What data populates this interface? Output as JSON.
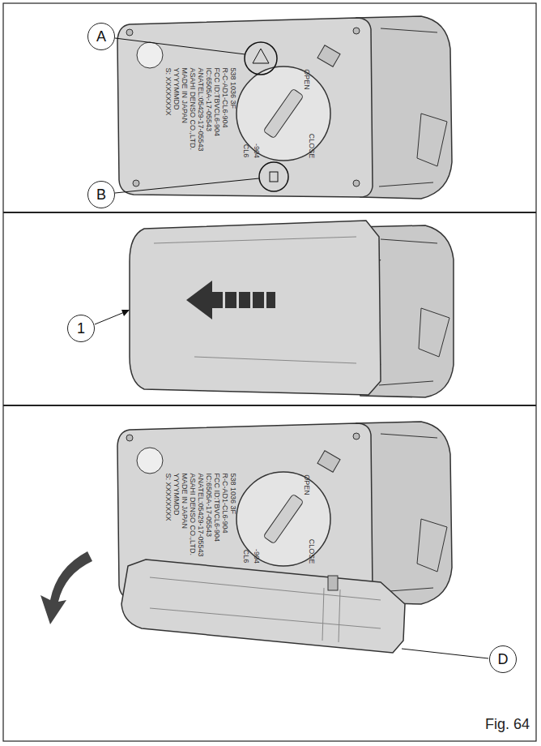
{
  "diagram": {
    "caption": "Fig. 64",
    "nodes": [
      {
        "text": [
          "A"
        ]
      },
      {
        "text": [
          "B"
        ]
      },
      {
        "text": [
          "1"
        ]
      },
      {
        "text": [
          "D"
        ]
      }
    ],
    "labels": [
      "538 1036 3F",
      "R-C-AD1-CL6-904",
      "FCC ID:TBVCL6-904",
      "IC:6505A-17-05543",
      "ANATEL:05429-17-05543",
      "ASAHI DENSO CO.,LTD.",
      "MADE IN JAPAN",
      "YYYYMMDD",
      "S: XXXXXXXX",
      "OPEN",
      "CLOSE",
      "CL6",
      "-904",
      "538 1036 3F",
      "R-C-AD1-CL6-904",
      "FCC ID:TBVCL6-904",
      "IC:6505A-17-05543",
      "ANATEL:05429-17-05543",
      "ASAHI DENSO CO.,LTD.",
      "MADE IN JAPAN",
      "YYYYMMDD",
      "S: XXXXXXXX",
      "OPEN",
      "CLOSE",
      "CL6",
      "-904"
    ]
  }
}
